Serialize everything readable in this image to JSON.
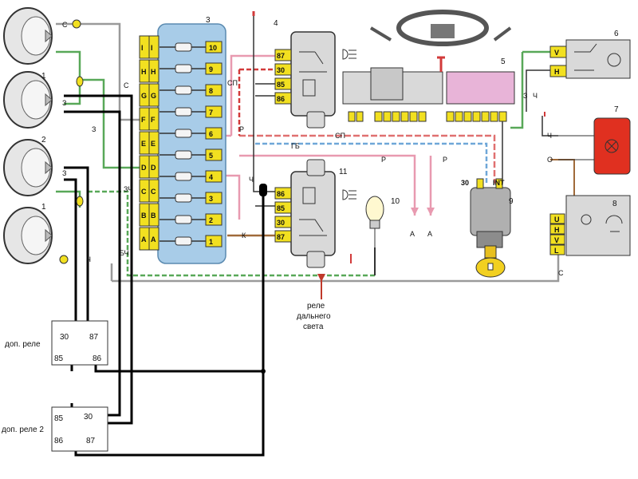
{
  "components": {
    "c1": "1",
    "c2": "2",
    "c3": "3",
    "c4": "4",
    "c5": "5",
    "c6": "6",
    "c7": "7",
    "c8": "8",
    "c9": "9",
    "c10": "10",
    "c11": "11"
  },
  "fuse_block": {
    "letters": [
      "A",
      "A",
      "B",
      "B",
      "C",
      "C",
      "D",
      "D",
      "E",
      "E",
      "F",
      "F",
      "G",
      "G",
      "H",
      "H",
      "I",
      "I"
    ],
    "fuse_numbers": [
      "10",
      "9",
      "8",
      "7",
      "6",
      "5",
      "4",
      "3",
      "2",
      "1"
    ]
  },
  "relay4": {
    "p87": "87",
    "p30": "30",
    "p85": "85",
    "p86": "86"
  },
  "relay11": {
    "p86": "86",
    "p85": "85",
    "p30": "30",
    "p87": "87"
  },
  "extra_relay1": {
    "label": "доп. реле",
    "p30": "30",
    "p87": "87",
    "p85": "85",
    "p86": "86"
  },
  "extra_relay2": {
    "label": "доп. реле 2",
    "p85": "85",
    "p30": "30",
    "p86": "86",
    "p87": "87"
  },
  "switch6": {
    "v": "V",
    "h": "H"
  },
  "switch8": {
    "u": "U",
    "h": "H",
    "v": "V",
    "l": "L"
  },
  "ignition": {
    "t30": "30",
    "int": "INT"
  },
  "annotation": {
    "line1": "реле",
    "line2": "дальнего",
    "line3": "света"
  },
  "wire_colors": {
    "c": "С",
    "z": "З",
    "sp": "СП",
    "r": "Р",
    "ch": "Ч",
    "gb": "ГБ",
    "o": "О",
    "k": "К",
    "zch": "ЗЧ",
    "bch": "БЧ",
    "a": "А"
  },
  "colors": {
    "fuse_yellow": "#f2e020",
    "fuse_blue": "#a8cce8",
    "relay_gray": "#d9d9d9",
    "pink": "#e8b4d8",
    "red_lamp": "#e03020",
    "wire_green": "#58a858",
    "wire_pink": "#e89ab0",
    "wire_gray": "#9a9a9a",
    "wire_red": "#d23a3a",
    "wire_blue": "#6fa7d8",
    "black": "#000000"
  }
}
